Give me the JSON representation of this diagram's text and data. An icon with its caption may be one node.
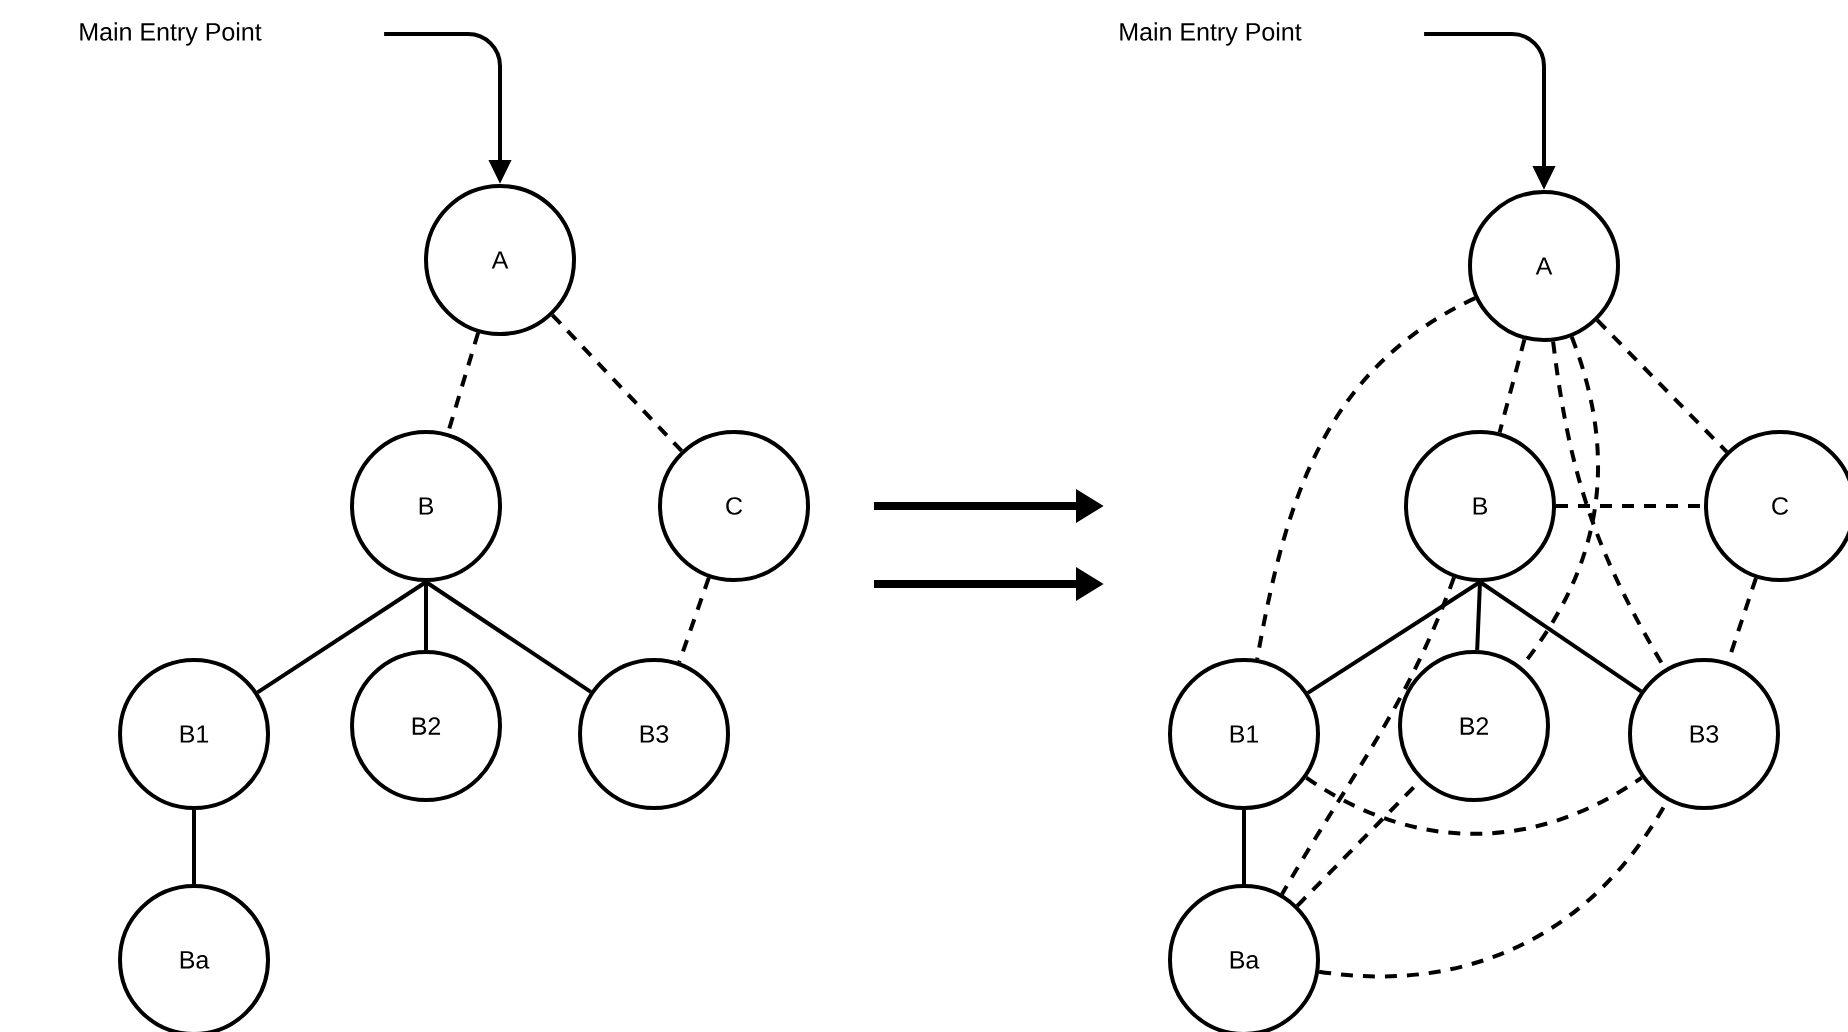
{
  "diagram": {
    "nodes": [
      {
        "text": [
          "Main Entry Point"
        ]
      },
      {
        "text": [
          "A"
        ]
      },
      {
        "text": [
          "B"
        ]
      },
      {
        "text": [
          "C"
        ]
      },
      {
        "text": [
          "B1"
        ]
      },
      {
        "text": [
          "B2"
        ]
      },
      {
        "text": [
          "B3"
        ]
      },
      {
        "text": [
          "Ba"
        ]
      },
      {
        "text": [
          "Main Entry Point"
        ]
      },
      {
        "text": [
          "A"
        ]
      },
      {
        "text": [
          "B"
        ]
      },
      {
        "text": [
          "C"
        ]
      },
      {
        "text": [
          "B1"
        ]
      },
      {
        "text": [
          "B2"
        ]
      },
      {
        "text": [
          "B3"
        ]
      },
      {
        "text": [
          "Ba"
        ]
      }
    ],
    "edges": [
      {
        "from": 0,
        "to": 1,
        "arrow": "to"
      },
      {
        "from": 1,
        "to": 2,
        "arrow": "none",
        "style": "dashed"
      },
      {
        "from": 1,
        "to": 3,
        "arrow": "none",
        "style": "dashed"
      },
      {
        "from": 2,
        "to": 4,
        "arrow": "none"
      },
      {
        "from": 2,
        "to": 5,
        "arrow": "none"
      },
      {
        "from": 2,
        "to": 6,
        "arrow": "none"
      },
      {
        "from": 4,
        "to": 7,
        "arrow": "none"
      },
      {
        "from": 3,
        "to": 6,
        "arrow": "none",
        "style": "dashed"
      },
      {
        "from": 8,
        "to": 9,
        "arrow": "to"
      },
      {
        "from": 9,
        "to": 10,
        "arrow": "none",
        "style": "dashed"
      },
      {
        "from": 9,
        "to": 11,
        "arrow": "none",
        "style": "dashed"
      },
      {
        "from": 10,
        "to": 12,
        "arrow": "none"
      },
      {
        "from": 10,
        "to": 13,
        "arrow": "none"
      },
      {
        "from": 10,
        "to": 14,
        "arrow": "none"
      },
      {
        "from": 12,
        "to": 15,
        "arrow": "none"
      },
      {
        "from": 11,
        "to": 14,
        "arrow": "none",
        "style": "dashed"
      },
      {
        "from": 10,
        "to": 11,
        "arrow": "none",
        "style": "dashed"
      },
      {
        "from": 9,
        "to": 12,
        "arrow": "none",
        "style": "dashed"
      },
      {
        "from": 9,
        "to": 13,
        "arrow": "none",
        "style": "dashed"
      },
      {
        "from": 9,
        "to": 14,
        "arrow": "none",
        "style": "dashed"
      },
      {
        "from": 10,
        "to": 15,
        "arrow": "none",
        "style": "dashed"
      },
      {
        "from": 12,
        "to": 14,
        "arrow": "none",
        "style": "dashed"
      },
      {
        "from": 15,
        "to": 13,
        "arrow": "none",
        "style": "dashed"
      },
      {
        "from": 15,
        "to": 14,
        "arrow": "none",
        "style": "dashed"
      }
    ]
  }
}
